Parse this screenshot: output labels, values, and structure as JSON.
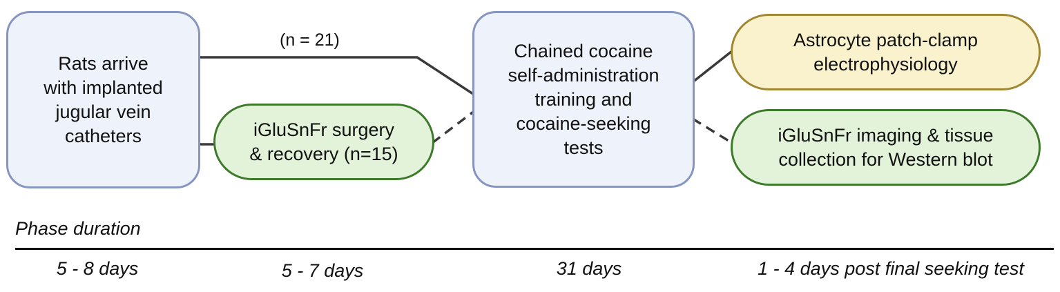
{
  "boxes": {
    "arrival": "Rats arrive\nwith implanted\njugular vein\ncatheters",
    "surgery": "iGluSnFr surgery\n& recovery (n=15)",
    "training": "Chained cocaine\nself-administration\ntraining and\ncocaine-seeking\ntests",
    "electrophysiology": "Astrocyte patch-clamp\nelectrophysiology",
    "imaging": "iGluSnFr imaging & tissue\ncollection for Western blot"
  },
  "labels": {
    "direct_group": "(n = 21)"
  },
  "timeline": {
    "title": "Phase duration",
    "durations": [
      "5 - 8 days",
      "5 - 7 days",
      "31 days",
      "1 - 4 days post final seeking test"
    ]
  },
  "colors": {
    "blue_fill": "#eef2fa",
    "blue_border": "#8796c0",
    "green_fill": "#e2f3da",
    "green_border": "#3e7a2b",
    "yellow_fill": "#faf2cc",
    "yellow_border": "#a08833",
    "line": "#3a3a3a"
  }
}
